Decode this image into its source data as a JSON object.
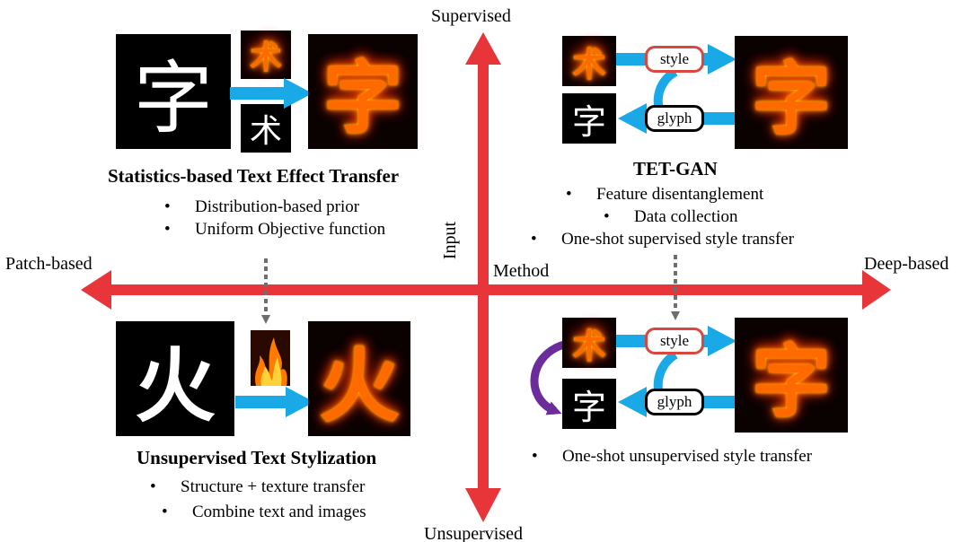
{
  "axes": {
    "top": "Supervised",
    "bottom": "Unsupervised",
    "left": "Patch-based",
    "right": "Deep-based",
    "vertical_caption": "Input",
    "horizontal_caption": "Method"
  },
  "quadrants": {
    "top_left": {
      "title": "Statistics-based Text Effect Transfer",
      "bullets": [
        "Distribution-based prior",
        "Uniform Objective function"
      ],
      "glyph_source": "字",
      "glyph_style": "术",
      "glyph_style_plain": "术",
      "glyph_result": "字"
    },
    "top_right": {
      "title": "TET-GAN",
      "bullets": [
        "Feature disentanglement",
        "Data collection",
        "One-shot supervised style transfer"
      ],
      "glyph_style": "术",
      "glyph_plain": "字",
      "glyph_result": "字",
      "pill_style": "style",
      "pill_glyph": "glyph"
    },
    "bottom_left": {
      "title": "Unsupervised Text Stylization",
      "bullets": [
        "Structure + texture transfer",
        "Combine text and images"
      ],
      "glyph_source": "火",
      "glyph_result": "火"
    },
    "bottom_right": {
      "bullets": [
        "One-shot unsupervised style transfer"
      ],
      "glyph_style": "术",
      "glyph_plain": "字",
      "glyph_result": "字",
      "pill_style": "style",
      "pill_glyph": "glyph"
    }
  },
  "colors": {
    "axis_red": "#e8353a",
    "arrow_blue": "#19a9e6",
    "cycle_purple": "#6c2c9c",
    "dashed_gray": "#6e6e6e"
  }
}
